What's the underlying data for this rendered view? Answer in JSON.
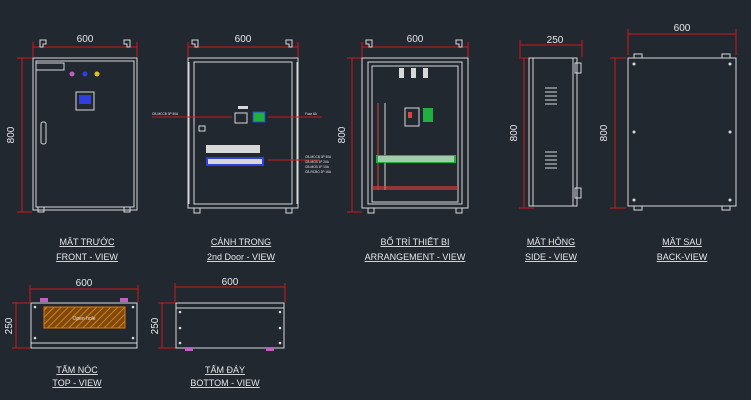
{
  "drawing": {
    "colors": {
      "background": "#212830",
      "dimension": "#d01818",
      "outline": "#d8d8d8",
      "accent_blue": "#3040e0",
      "accent_green": "#20b040",
      "accent_orange": "#e07a10",
      "accent_magenta": "#c060c0"
    },
    "views": {
      "front": {
        "title_vn": "MẶT TRƯỚC",
        "title_en": "FRONT - VIEW",
        "width": "600",
        "height": "800"
      },
      "door": {
        "title_vn": "CÁNH TRONG",
        "title_en": "2nd Door - VIEW",
        "width": "600",
        "notes": [
          "CB-MCCB 3P 50A",
          "Fuse 6A",
          "CB-MCCB 3P 50A",
          "CB-MCB 1P 20A",
          "CB-MCB 1P 10A",
          "CB-RCBO 2P 16A"
        ]
      },
      "arrangement": {
        "title_vn": "BỐ TRÍ THIẾT BỊ",
        "title_en": "ARRANGEMENT - VIEW",
        "width": "600",
        "height": "800"
      },
      "side": {
        "title_vn": "MẶT HÔNG",
        "title_en": "SIDE - VIEW",
        "width": "250",
        "height": "800"
      },
      "back": {
        "title_vn": "MẶT SAU",
        "title_en": "BACK-VIEW",
        "width": "600",
        "height": "800"
      },
      "top": {
        "title_vn": "TẤM NÓC",
        "title_en": "TOP - VIEW",
        "width": "600",
        "height": "250",
        "hole_label": "Open hole"
      },
      "bottom": {
        "title_vn": "TẤM ĐÁY",
        "title_en": "BOTTOM - VIEW",
        "width": "600",
        "height": "250"
      }
    }
  }
}
